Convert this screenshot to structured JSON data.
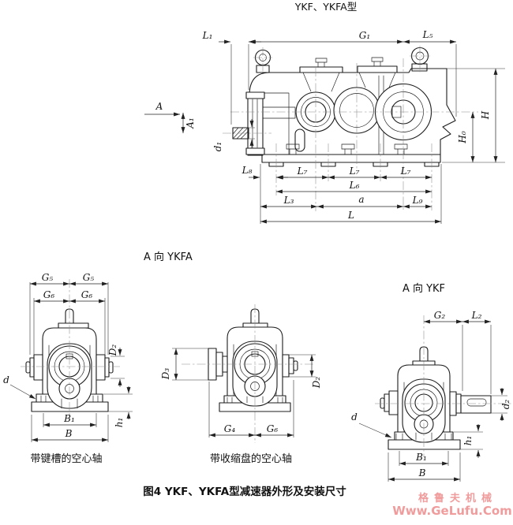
{
  "page": {
    "title": "YKF、YKFA型",
    "caption": "图4 YKF、YKFA型减速器外形及安装尺寸",
    "watermark_line1": "格鲁夫机械",
    "watermark_line2": "Www.GeLufu.Com",
    "watermark_color": "#f09c9c",
    "line_color": "#1c1c1c",
    "background": "#ffffff"
  },
  "side_view": {
    "view_arrow": "A",
    "dims": {
      "L1": "L₁",
      "G1": "G₁",
      "L5": "L₅",
      "A1": "A₁",
      "d1": "d₁",
      "H": "H",
      "H0": "H₀",
      "L8": "L₈",
      "L7": "L₇",
      "L6": "L₆",
      "L3": "L₃",
      "a": "a",
      "L9": "L₉",
      "L": "L"
    }
  },
  "ykfa_view": {
    "label": "A 向 YKFA",
    "caption": "带键槽的空心轴",
    "dims": {
      "G5": "G₅",
      "G6": "G₆",
      "D2": "D₂",
      "d": "d",
      "B1": "B₁",
      "B": "B",
      "h1": "h₁"
    }
  },
  "shrink_view": {
    "caption": "带收缩盘的空心轴",
    "dims": {
      "D3": "D₃",
      "D2": "D₂",
      "G4": "G₄",
      "G6": "G₆"
    }
  },
  "ykf_view": {
    "label": "A 向 YKF",
    "dims": {
      "G2": "G₂",
      "L2": "L₂",
      "d2": "d₂",
      "d": "d",
      "h1": "h₁",
      "B1": "B₁",
      "B": "B"
    }
  }
}
